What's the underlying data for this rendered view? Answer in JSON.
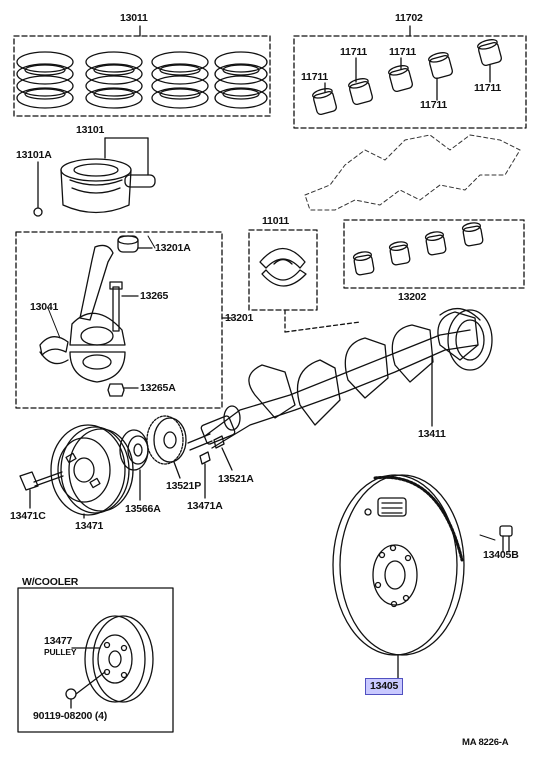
{
  "diagram": {
    "footer_code": "MA  8226-A",
    "inset_title": "W/COOLER",
    "labels": {
      "p13011": "13011",
      "p11702": "11702",
      "p11711a": "11711",
      "p11711b": "11711",
      "p11711c": "11711",
      "p11711d": "11711",
      "p11711e": "11711",
      "p13101": "13101",
      "p13101a": "13101A",
      "p11011": "11011",
      "p13202": "13202",
      "p13201a": "13201A",
      "p13265": "13265",
      "p13041": "13041",
      "p13201": "13201",
      "p13265a": "13265A",
      "p13411": "13411",
      "p13521p": "13521P",
      "p13521a": "13521A",
      "p13566a": "13566A",
      "p13471a": "13471A",
      "p13471c": "13471C",
      "p13471": "13471",
      "p13405b": "13405B",
      "p13405": "13405",
      "p13477": "13477",
      "pulley": "PULLEY",
      "p90119": "90119-08200 (4)"
    }
  }
}
